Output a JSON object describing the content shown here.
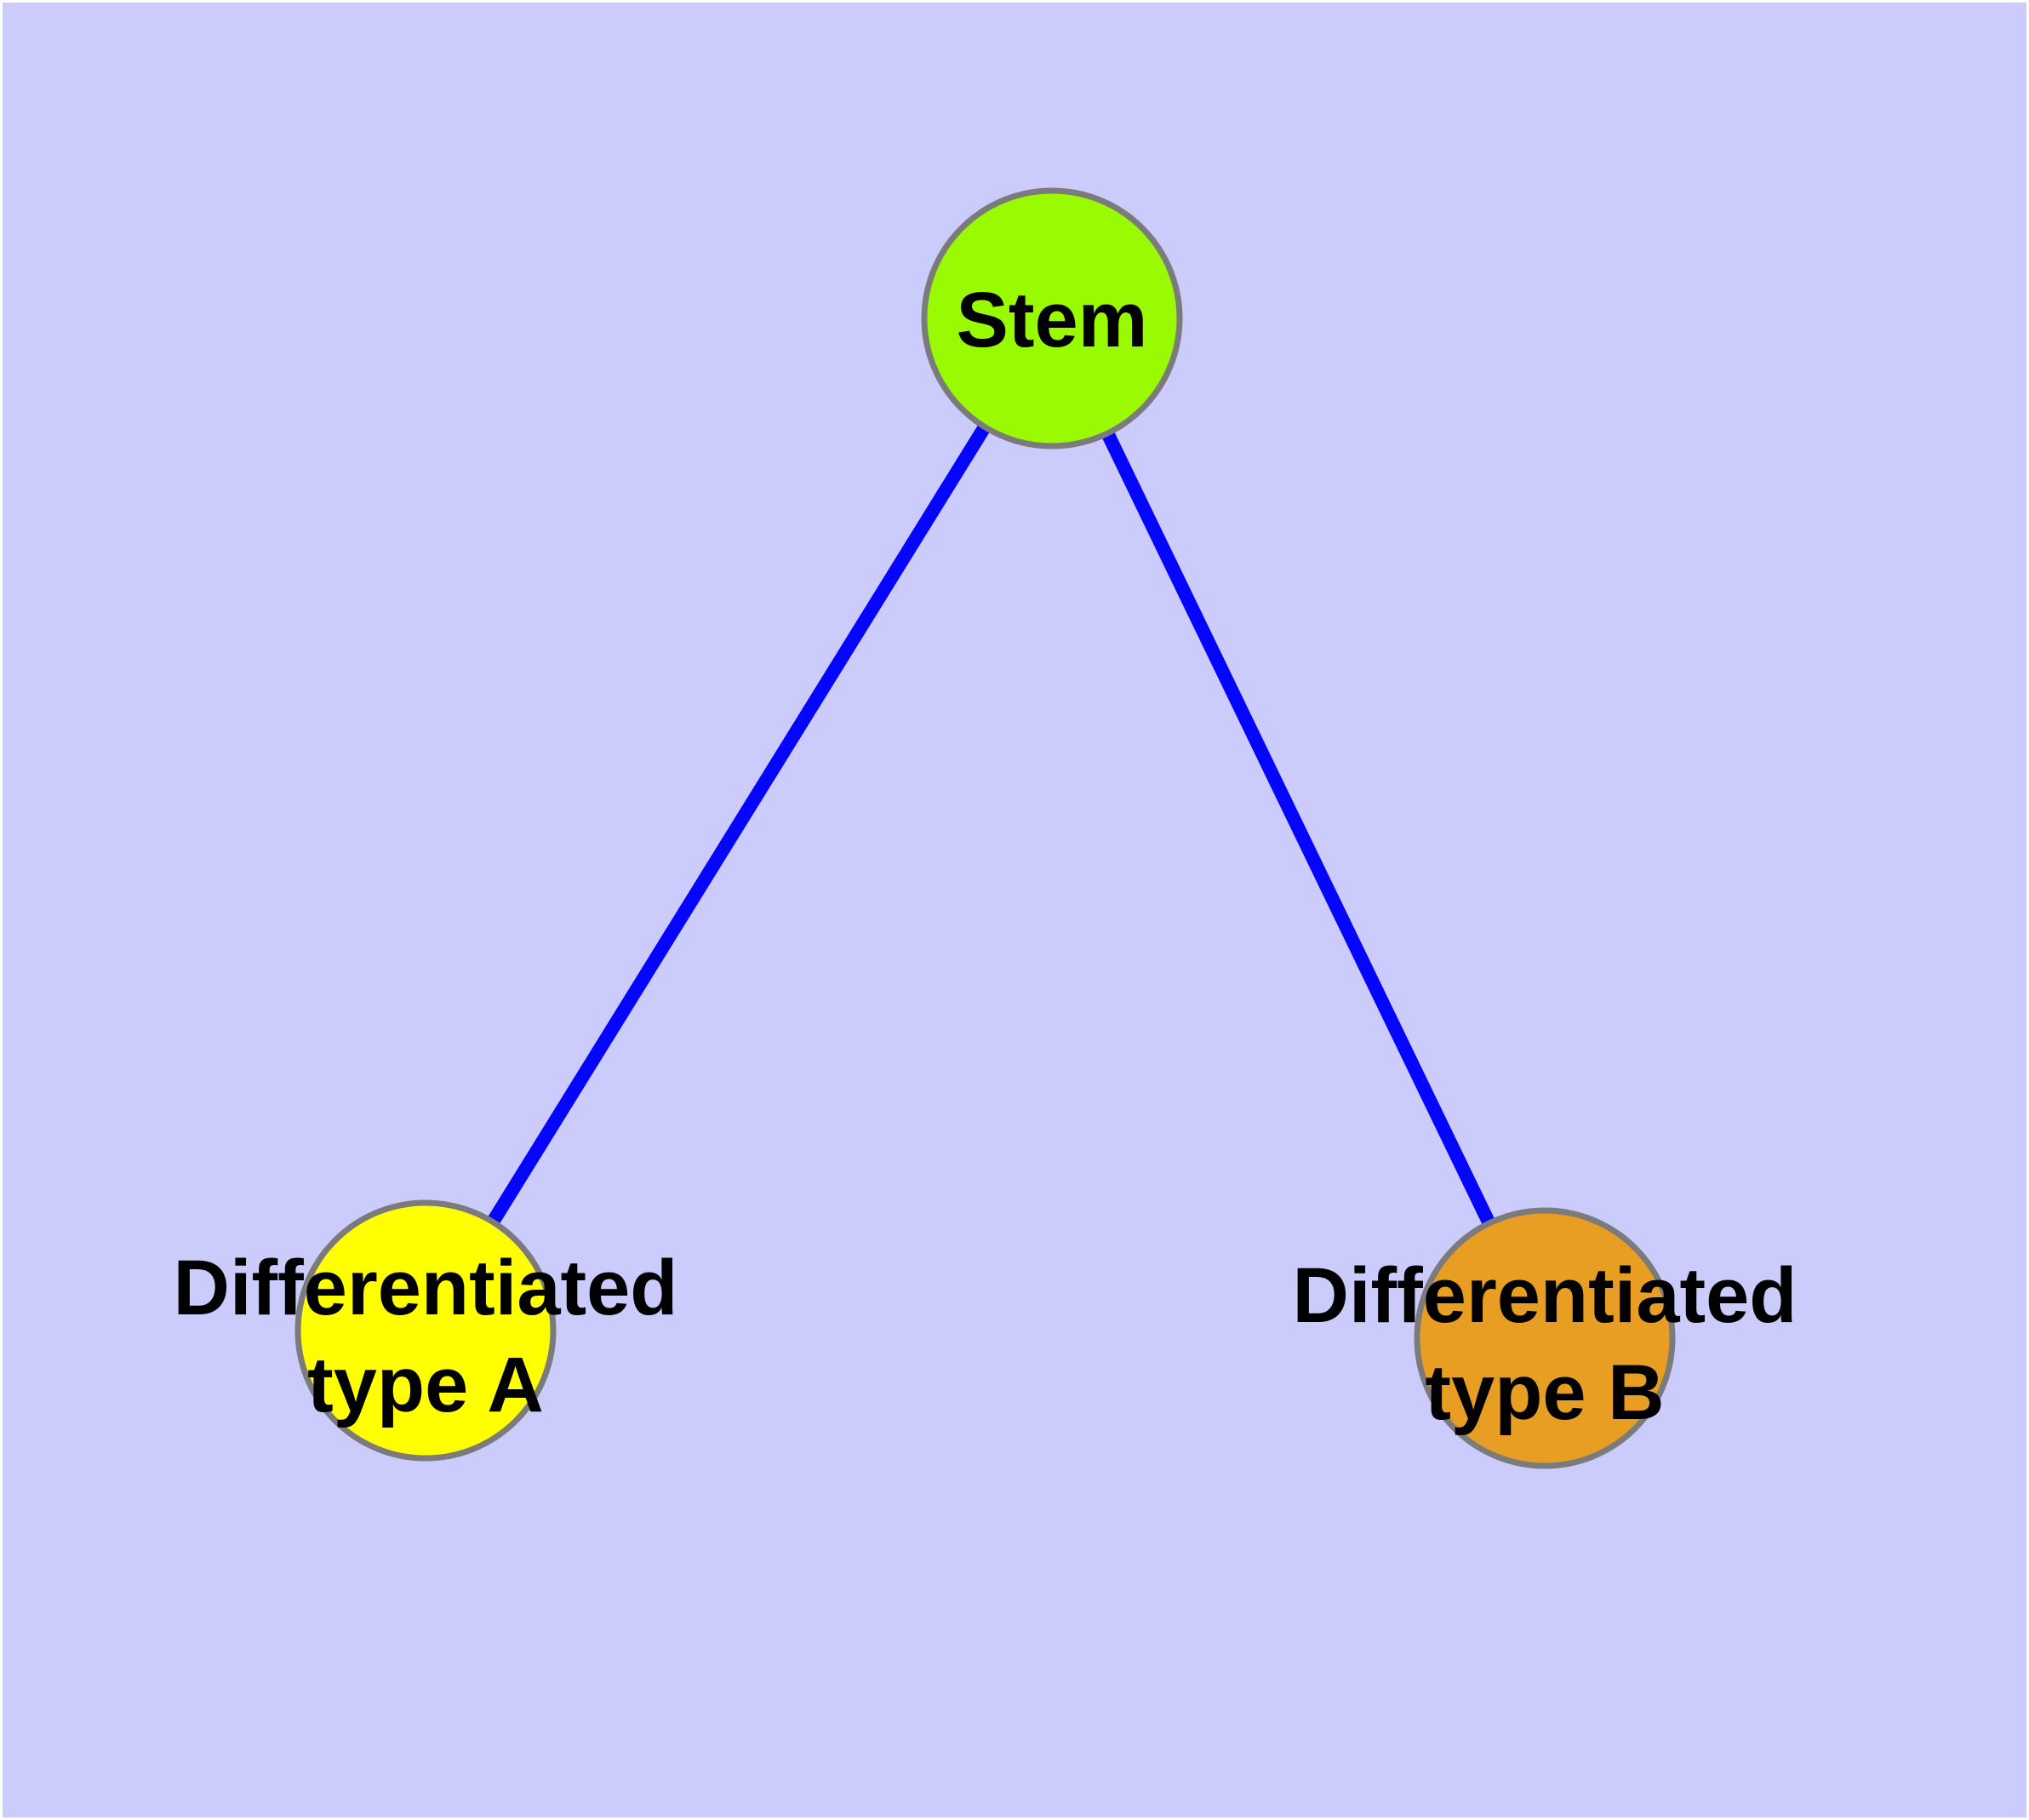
{
  "canvas": {
    "background_color": "#CBCBFC",
    "frame_color": "#FFFFFF"
  },
  "graph": {
    "type": "tree-diagram",
    "edge_color": "#0404FF",
    "node_border_color": "#7B7B7B",
    "label_color": "#000000",
    "nodes": [
      {
        "id": "stem",
        "label": "Stem",
        "label_lines": [
          "Stem"
        ],
        "color": "#99FA01"
      },
      {
        "id": "differentiated-type-a",
        "label": "Differentiated type A",
        "label_lines": [
          "Differentiated",
          "type A"
        ],
        "color": "#FFFF00"
      },
      {
        "id": "differentiated-type-b",
        "label": "Differentiated type B",
        "label_lines": [
          "Differentiated",
          "type B"
        ],
        "color": "#E89E23"
      }
    ],
    "edges": [
      {
        "from": "stem",
        "to": "differentiated-type-a"
      },
      {
        "from": "stem",
        "to": "differentiated-type-b"
      }
    ]
  }
}
